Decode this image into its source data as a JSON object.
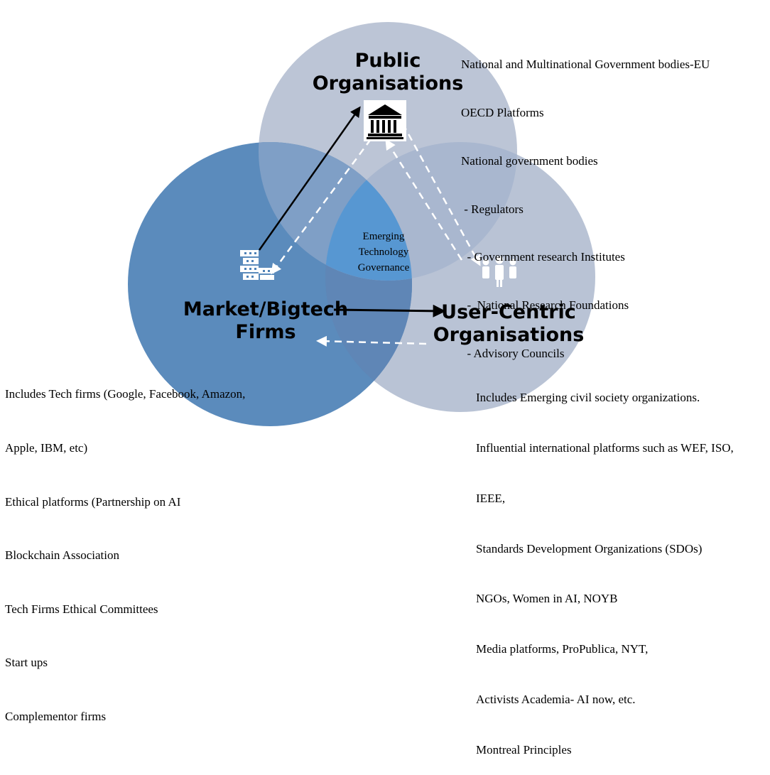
{
  "nodes": {
    "public": {
      "title_line1": "Public",
      "title_line2": "Organisations",
      "icon": "government-building-icon",
      "items": [
        "National and Multinational Government bodies-EU",
        "OECD Platforms",
        "National government bodies",
        " - Regulators",
        "  - Government research Institutes",
        "  -  National Research Foundations",
        "  - Advisory Councils"
      ]
    },
    "market": {
      "title_line1": "Market/Bigtech",
      "title_line2": "Firms",
      "icon": "tech-firm-building-icon",
      "items": [
        "Includes Tech firms (Google, Facebook, Amazon,",
        "Apple, IBM, etc)",
        "Ethical platforms (Partnership on AI",
        "Blockchain Association",
        "Tech Firms Ethical Committees",
        "Start ups",
        "Complementor firms"
      ]
    },
    "user": {
      "title_line1": "User-Centric",
      "title_line2": "Organisations",
      "icon": "people-group-icon",
      "items": [
        "Includes Emerging civil society organizations.",
        "Influential international platforms such as WEF, ISO,",
        "IEEE,",
        "Standards Development Organizations (SDOs)",
        "NGOs, Women in AI, NOYB",
        "Media platforms, ProPublica, NYT,",
        "Activists Academia- AI now, etc.",
        "Montreal Principles"
      ]
    }
  },
  "center": {
    "line1": "Emerging",
    "line2": "Technology",
    "line3": "Governance"
  },
  "colors": {
    "public_circle": "#b4bfd2",
    "user_circle": "#b5c0d3",
    "market_circle": "#4f82b7",
    "center_overlap": "#5797d2",
    "arrow_solid": "#000000",
    "arrow_dashed": "#ffffff"
  }
}
